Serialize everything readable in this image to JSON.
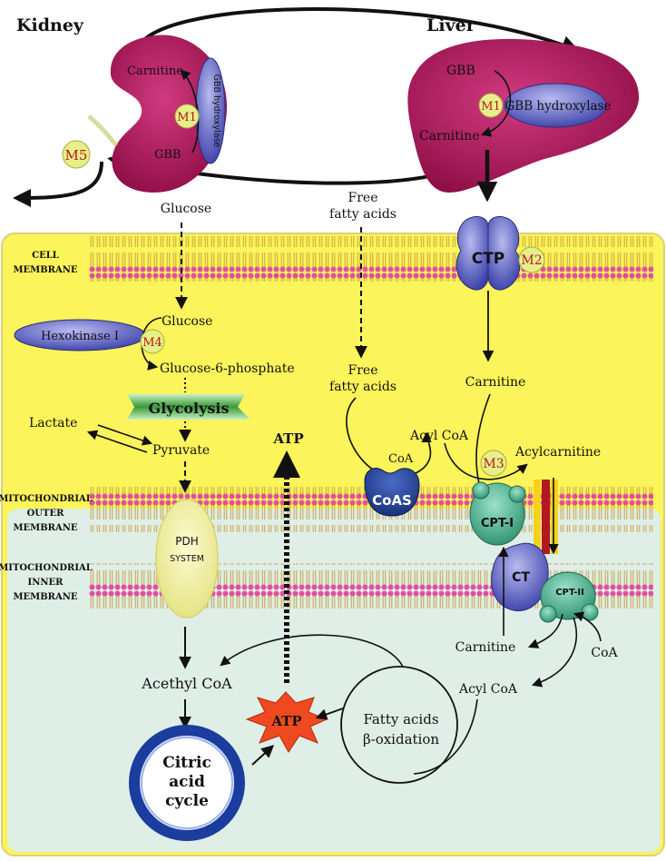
{
  "organs": {
    "kidney": "Kidney",
    "liver": "Liver",
    "carnitine": "Carnitine",
    "gbb": "GBB",
    "gbb_hydroxylase": "GBB hydroxylase"
  },
  "markers": {
    "m1": "M1",
    "m2": "M2",
    "m3": "M3",
    "m4": "M4",
    "m5": "M5"
  },
  "membranes": {
    "cell_1": "CELL",
    "cell_2": "MEMBRANE",
    "outer_1": "MITOCHONDRIAL",
    "outer_2": "OUTER",
    "outer_3": "MEMBRANE",
    "inner_1": "MITOCHONDRIAL",
    "inner_2": "INNER",
    "inner_3": "MEMBRANE"
  },
  "glucose_path": {
    "glucose_outside": "Glucose",
    "glucose_inside": "Glucose",
    "hexokinase": "Hexokinase I",
    "g6p": "Glucose-6-phosphate",
    "glycolysis": "Glycolysis",
    "lactate": "Lactate",
    "pyruvate": "Pyruvate",
    "pdh_1": "PDH",
    "pdh_2": "SYSTEM",
    "acetyl_coa": "Acethyl CoA",
    "cac_1": "Citric",
    "cac_2": "acid",
    "cac_3": "cycle"
  },
  "fatty_path": {
    "ffa_out_1": "Free",
    "ffa_out_2": "fatty acids",
    "ffa_in_1": "Free",
    "ffa_in_2": "fatty acids",
    "coa": "CoA",
    "acyl_coa_top": "Acyl CoA",
    "coas": "CoAS",
    "carnitine_cell": "Carnitine",
    "acylcarnitine": "Acylcarnitine",
    "ctp": "CTP",
    "cpt1": "CPT-I",
    "ct": "CT",
    "cpt2": "CPT-II",
    "carnitine_mito": "Carnitine",
    "coa_mito": "CoA",
    "acyl_coa_mito": "Acyl CoA",
    "fa_ox_1": "Fatty acids",
    "fa_ox_2": "β-oxidation"
  },
  "atp": {
    "atp_top": "ATP",
    "atp_burst": "ATP"
  },
  "colors": {
    "cell": "#fbf45a",
    "mito": "#dfeee6",
    "organ": "#b4145e",
    "enzyme": "#5a5ec8",
    "marker_fill": "#e8ef8a",
    "marker_text": "#b41a1a",
    "coas": "#1d3d8f",
    "protein_green": "#3fb08e",
    "citric_ring": "#1b3d9e"
  }
}
